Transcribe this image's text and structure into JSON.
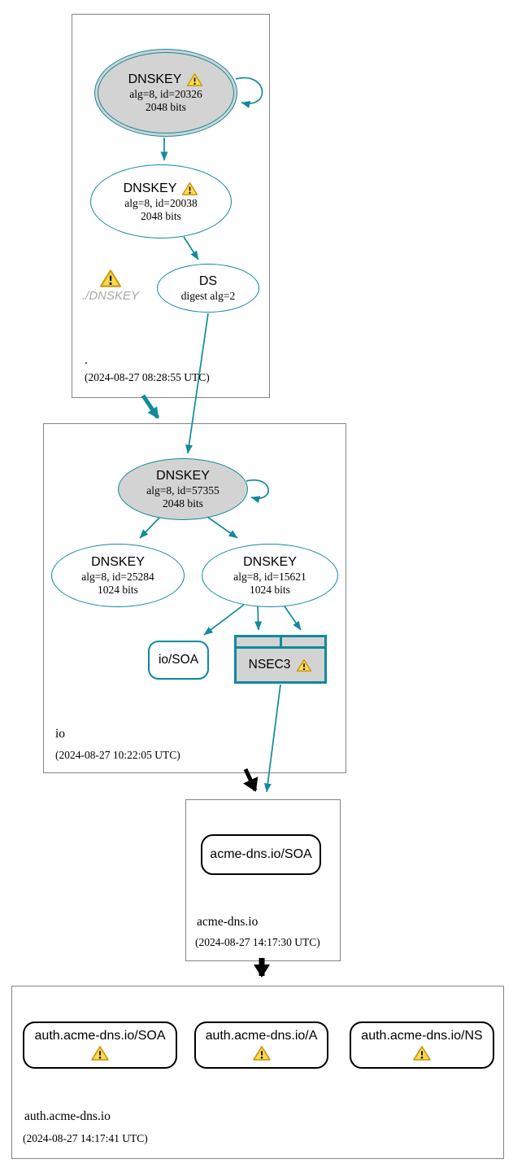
{
  "zones": [
    {
      "name": ".",
      "timestamp": "(2024-08-27 08:28:55 UTC)"
    },
    {
      "name": "io",
      "timestamp": "(2024-08-27 10:22:05 UTC)"
    },
    {
      "name": "acme-dns.io",
      "timestamp": "(2024-08-27 14:17:30 UTC)"
    },
    {
      "name": "auth.acme-dns.io",
      "timestamp": "(2024-08-27 14:17:41 UTC)"
    }
  ],
  "nodes": {
    "root_ksk": {
      "title": "DNSKEY",
      "detail1": "alg=8, id=20326",
      "detail2": "2048 bits"
    },
    "root_zsk": {
      "title": "DNSKEY",
      "detail1": "alg=8, id=20038",
      "detail2": "2048 bits"
    },
    "root_err": {
      "label": "./DNSKEY"
    },
    "ds": {
      "title": "DS",
      "detail1": "digest alg=2"
    },
    "io_ksk": {
      "title": "DNSKEY",
      "detail1": "alg=8, id=57355",
      "detail2": "2048 bits"
    },
    "io_zsk1": {
      "title": "DNSKEY",
      "detail1": "alg=8, id=25284",
      "detail2": "1024 bits"
    },
    "io_zsk2": {
      "title": "DNSKEY",
      "detail1": "alg=8, id=15621",
      "detail2": "1024 bits"
    },
    "io_soa": {
      "label": "io/SOA"
    },
    "nsec3": {
      "label": "NSEC3"
    },
    "acme_soa": {
      "label": "acme-dns.io/SOA"
    },
    "auth_soa": {
      "label": "auth.acme-dns.io/SOA"
    },
    "auth_a": {
      "label": "auth.acme-dns.io/A"
    },
    "auth_ns": {
      "label": "auth.acme-dns.io/NS"
    }
  },
  "colors": {
    "edge_teal": "#108a9c",
    "node_gray_fill": "#d3d3d3",
    "zone_box_border": "#848484",
    "warning_yellow": "#ffd94f",
    "warning_border": "#c79a12",
    "error_text_gray": "#a9a9a9",
    "delegation_arrow_black": "#000000"
  }
}
